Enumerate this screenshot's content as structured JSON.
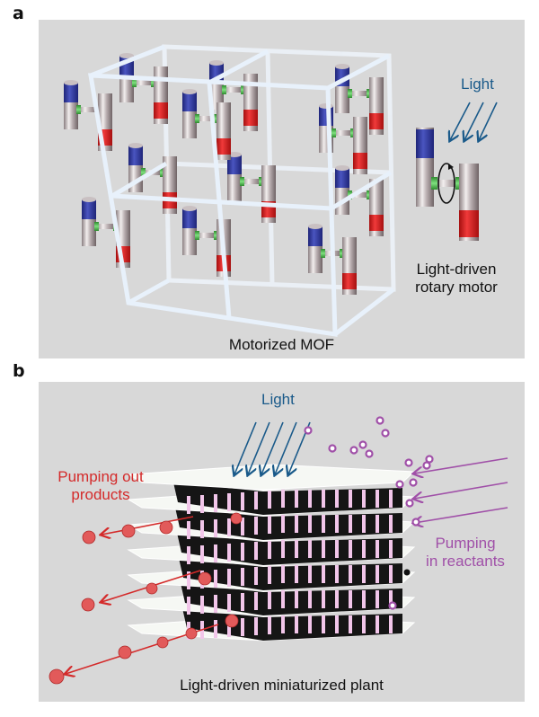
{
  "figure": {
    "panels": [
      {
        "letter": "a",
        "caption": "Motorized MOF",
        "inset_light_label": "Light",
        "inset_label_line1": "Light-driven",
        "inset_label_line2": "rotary motor"
      },
      {
        "letter": "b",
        "caption": "Light-driven miniaturized plant",
        "light_label": "Light",
        "products_label_line1": "Pumping out",
        "products_label_line2": "products",
        "reactants_label_line1": "Pumping",
        "reactants_label_line2": "in reactants"
      }
    ]
  },
  "colors": {
    "panel_bg": "#d8d8d8",
    "light_arrow": "#1a5a8a",
    "products": "#d42a2a",
    "reactants": "#a050a8",
    "motor_blue": "#2e3592",
    "motor_red": "#d81e1e",
    "motor_green": "#3fae3f",
    "frame": "#e6f0fa"
  }
}
